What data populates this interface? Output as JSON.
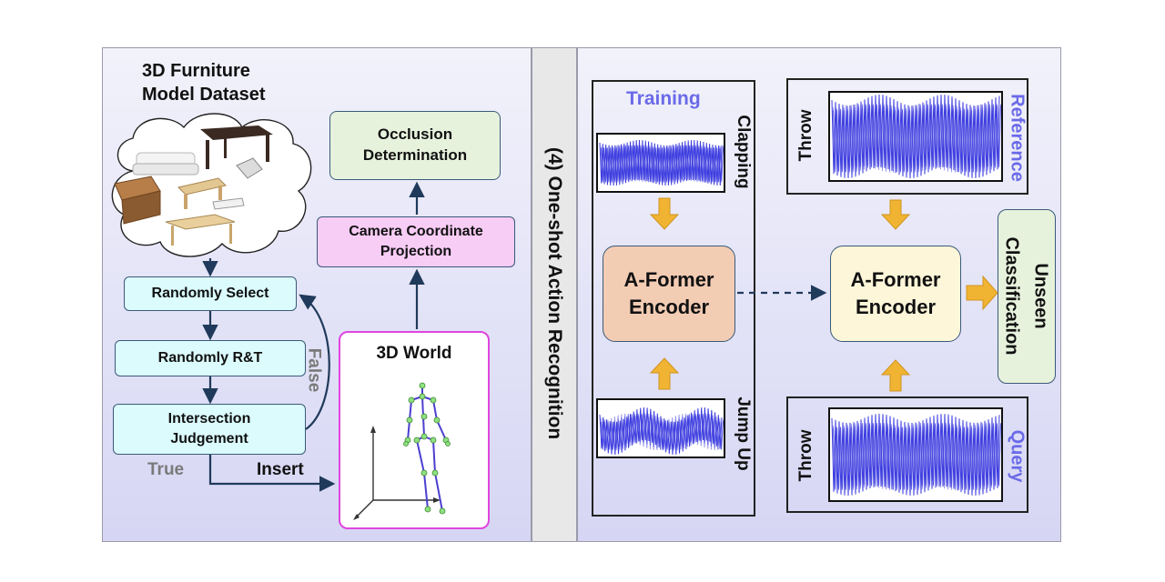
{
  "left": {
    "dataset_title_line1": "3D Furniture",
    "dataset_title_line2": "Model Dataset",
    "randomly_select": "Randomly Select",
    "randomly_rt": "Randomly R&T",
    "intersection_line1": "Intersection",
    "intersection_line2": "Judgement",
    "false_label": "False",
    "true_label": "True",
    "insert_label": "Insert",
    "world_title": "3D World",
    "camera_line1": "Camera Coordinate",
    "camera_line2": "Projection",
    "occlusion_line1": "Occlusion",
    "occlusion_line2": "Determination"
  },
  "divider": {
    "label": "(4) One-shot Action Recognition"
  },
  "right": {
    "training_label": "Training",
    "clapping_label": "Clapping",
    "jump_label": "Jump Up",
    "encoder1_line1": "A-Former",
    "encoder1_line2": "Encoder",
    "encoder2_line1": "A-Former",
    "encoder2_line2": "Encoder",
    "reference_label": "Reference",
    "query_label": "Query",
    "throw_ref": "Throw",
    "throw_query": "Throw",
    "result_line1": "Unseen",
    "result_line2": "Classification"
  },
  "colors": {
    "accent_blue": "#6a6ae8",
    "box_cyan": "#dbfbfd",
    "box_pink": "#f7ccf5",
    "box_green": "#e7f2dd",
    "encoder_orange": "#f3ccb4",
    "encoder_cream": "#fdf6d9",
    "arrow_gold": "#f1b432",
    "world_border": "#e045e0"
  }
}
